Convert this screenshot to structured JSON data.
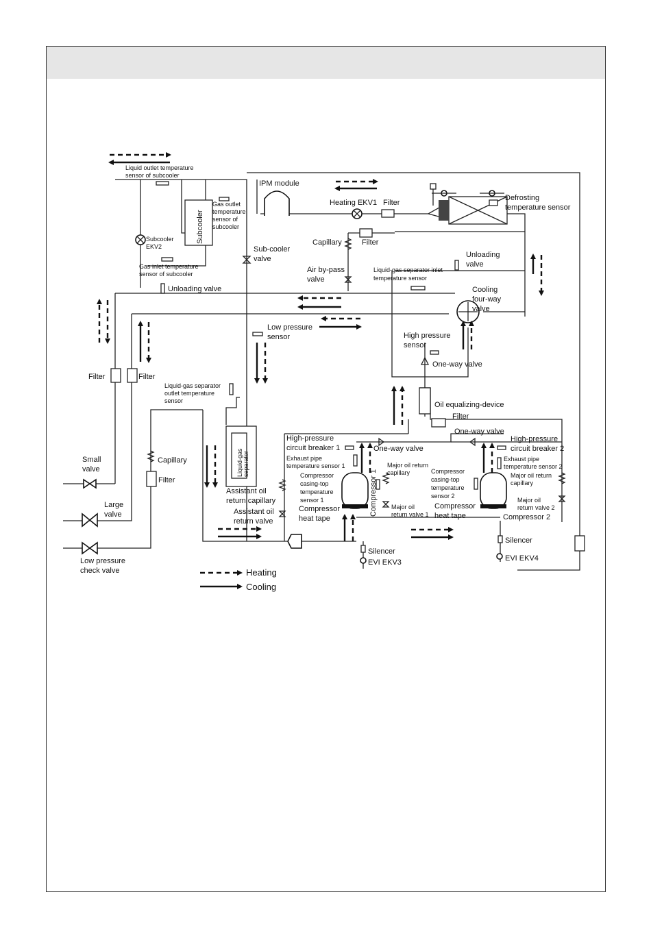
{
  "labels": {
    "liquid_outlet_sensor": [
      "Liquid outlet temperature",
      "sensor of subcooler"
    ],
    "ipm_module": "IPM module",
    "heating_ekv1": "Heating EKV1",
    "filter_top": "Filter",
    "defrost_sensor": [
      "Defrosting",
      "temperature sensor"
    ],
    "subcooler": "Subcooler",
    "gas_outlet_sensor": [
      "Gas outlet",
      "temperature",
      "sensor of",
      "subcooler"
    ],
    "subcooler_ekv2": [
      "Subcooler",
      "EKV2"
    ],
    "gas_inlet_sensor": [
      "Gas inlet temperature",
      "sensor of subcooler"
    ],
    "sub_cooler_valve": [
      "Sub-cooler",
      "valve"
    ],
    "capillary_top": "Capillary",
    "filter_cap": "Filter",
    "air_bypass": [
      "Air by-pass",
      "valve"
    ],
    "lgs_inlet_sensor": [
      "Liquid-gas separator inlet",
      "temperature sensor"
    ],
    "unloading_valve_right": [
      "Unloading",
      "valve"
    ],
    "unloading_valve_left": "Unloading valve",
    "cooling_four_way": [
      "Cooling",
      "four-way",
      "valve"
    ],
    "low_pressure_sensor": [
      "Low pressure",
      "sensor"
    ],
    "high_pressure_sensor": [
      "High pressure",
      "sensor"
    ],
    "one_way_valve_top": "One-way valve",
    "filter_left1": "Filter",
    "filter_left2": "Filter",
    "lgs_outlet_sensor": [
      "Liquid-gas separator",
      "outlet temperature",
      "sensor"
    ],
    "oil_equalizing": "Oil equalizing-device",
    "filter_oil": "Filter",
    "one_way_valve_mid": "One-way valve",
    "hp_breaker1": [
      "High-pressure",
      "circuit breaker 1"
    ],
    "hp_breaker2": [
      "High-pressure",
      "circuit breaker 2"
    ],
    "one_way_valve_low": "One-way valve",
    "exhaust1": [
      "Exhaust pipe",
      "temperature sensor 1"
    ],
    "exhaust2": [
      "Exhaust pipe",
      "temperature sensor 2"
    ],
    "small_valve": [
      "Small",
      "valve"
    ],
    "capillary_left": "Capillary",
    "liquid_gas_separator": [
      "Liquid-gas",
      "separator"
    ],
    "major_oil_cap1": [
      "Major oil return",
      "capillary"
    ],
    "major_oil_cap2": [
      "Major oil return",
      "capillary"
    ],
    "casing_top1": [
      "Compressor",
      "casing-top",
      "temperature",
      "sensor 1"
    ],
    "casing_top2": [
      "Compressor",
      "casing-top",
      "temperature",
      "sensor 2"
    ],
    "filter_left3": "Filter",
    "compressor1": "Compressor 1",
    "compressor2": "Compressor 2",
    "assistant_cap": [
      "Assistant oil",
      "return capillary"
    ],
    "large_valve": [
      "Large",
      "valve"
    ],
    "major_oil_valve1": [
      "Major oil",
      "return valve 1"
    ],
    "major_oil_valve2": [
      "Major oil",
      "return valve 2"
    ],
    "assistant_valve": [
      "Assistant oil",
      "return valve"
    ],
    "heat_tape1": [
      "Compressor",
      "heat tape"
    ],
    "heat_tape2": [
      "Compressor",
      "heat tape"
    ],
    "silencer1": "Silencer",
    "silencer2": "Silencer",
    "low_pressure_check": [
      "Low pressure",
      "check valve"
    ],
    "evi_ekv3": "EVI EKV3",
    "evi_ekv4": "EVI EKV4"
  },
  "legend": {
    "heating": "Heating",
    "cooling": "Cooling"
  }
}
